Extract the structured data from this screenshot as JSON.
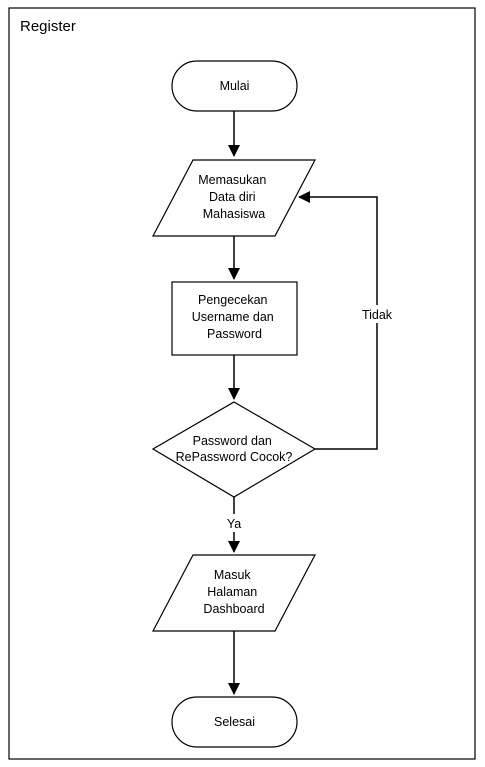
{
  "diagram": {
    "title": "Register",
    "nodes": {
      "start": {
        "lines": [
          "Mulai"
        ]
      },
      "input_data": {
        "lines": [
          "Memasukan",
          "Data diri",
          "Mahasiswa"
        ]
      },
      "check": {
        "lines": [
          "Pengecekan",
          "Username dan",
          "Password"
        ]
      },
      "decision": {
        "lines": [
          "Password dan",
          "RePassword Cocok?"
        ]
      },
      "output_dashboard": {
        "lines": [
          "Masuk",
          "Halaman",
          "Dashboard"
        ]
      },
      "end": {
        "lines": [
          "Selesai"
        ]
      }
    },
    "edge_labels": {
      "no": "Tidak",
      "yes": "Ya"
    }
  }
}
